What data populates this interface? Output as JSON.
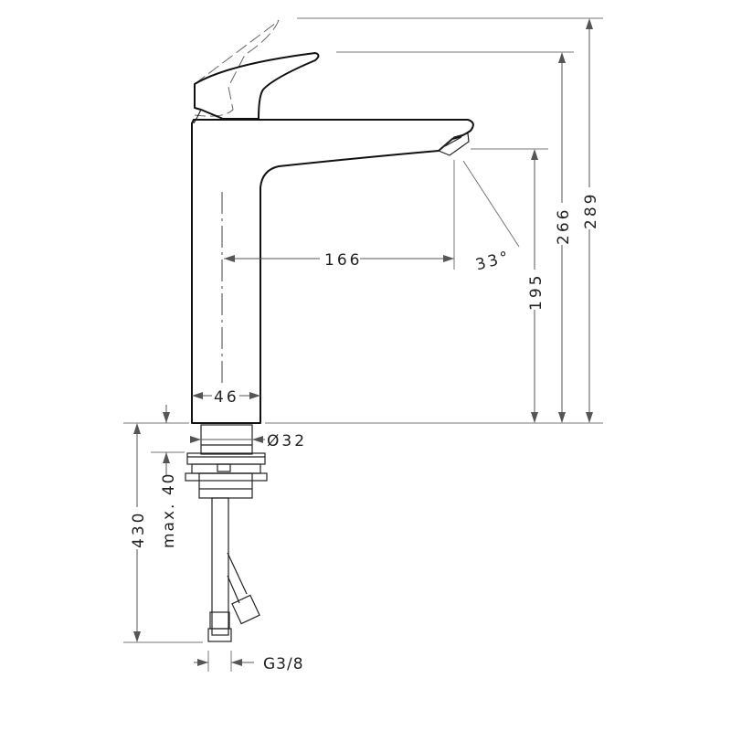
{
  "drawing": {
    "dimensions": {
      "spout_reach": "166",
      "spout_angle": "33°",
      "spout_height": "195",
      "handle_height": "266",
      "handle_open_height": "289",
      "body_width": "46",
      "shank_diameter": "Ø32",
      "hose_length": "430",
      "max_deck_thickness": "max. 40",
      "connection_thread": "G3/8"
    }
  }
}
